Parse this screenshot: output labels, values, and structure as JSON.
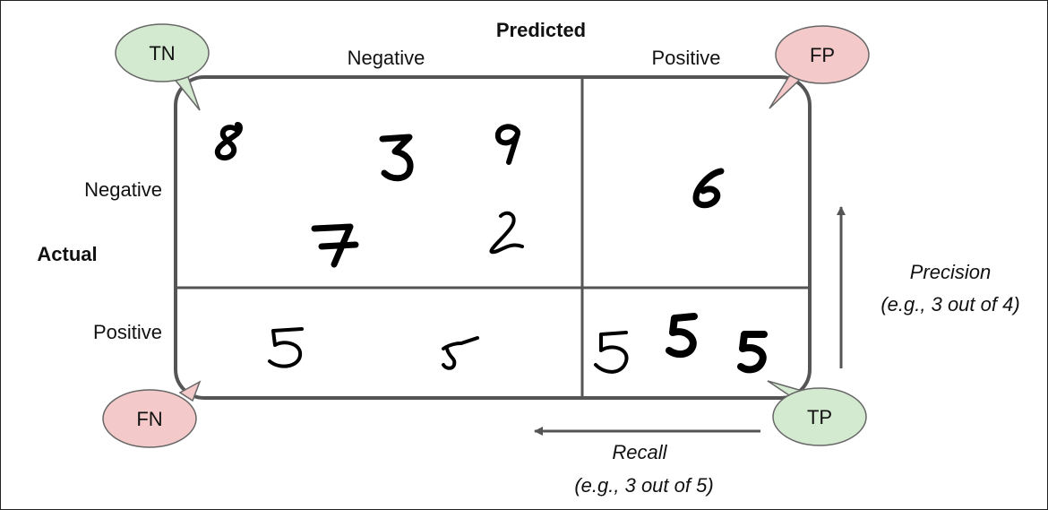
{
  "axes": {
    "predicted_title": "Predicted",
    "actual_title": "Actual",
    "col_negative": "Negative",
    "col_positive": "Positive",
    "row_negative": "Negative",
    "row_positive": "Positive"
  },
  "bubbles": {
    "tn": "TN",
    "fp": "FP",
    "fn": "FN",
    "tp": "TP"
  },
  "metrics": {
    "precision_label": "Precision",
    "precision_example": "(e.g., 3 out of 4)",
    "recall_label": "Recall",
    "recall_example": "(e.g., 3 out of 5)"
  },
  "cells": {
    "true_negative": [
      "8",
      "3",
      "9",
      "7",
      "2"
    ],
    "false_positive": [
      "6"
    ],
    "false_negative": [
      "5",
      "5"
    ],
    "true_positive": [
      "5",
      "5",
      "5"
    ]
  },
  "colors": {
    "negative_bubble": "#d4ead0",
    "positive_bubble": "#f3c9c9",
    "matrix_border": "#555555",
    "arrow": "#555555"
  }
}
